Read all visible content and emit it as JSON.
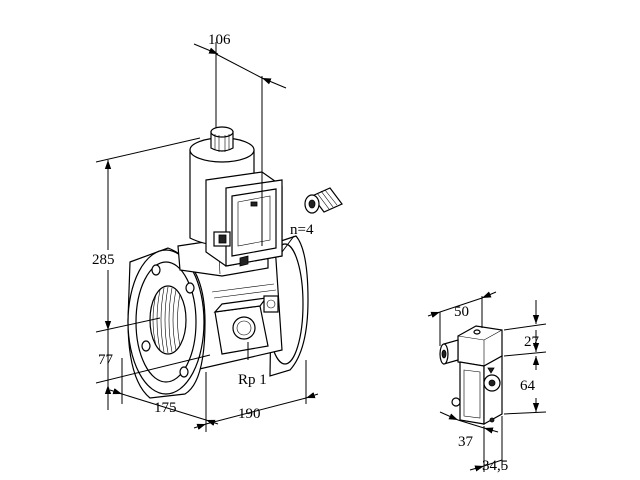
{
  "drawing": {
    "dimensions": {
      "d106": "106",
      "d285": "285",
      "d77": "77",
      "d175": "175",
      "d190": "190",
      "flange_holes": "n=4",
      "port": "Rp  1",
      "d50": "50",
      "d27": "27",
      "d64": "64",
      "d37": "37",
      "d34_5": "34,5"
    }
  }
}
